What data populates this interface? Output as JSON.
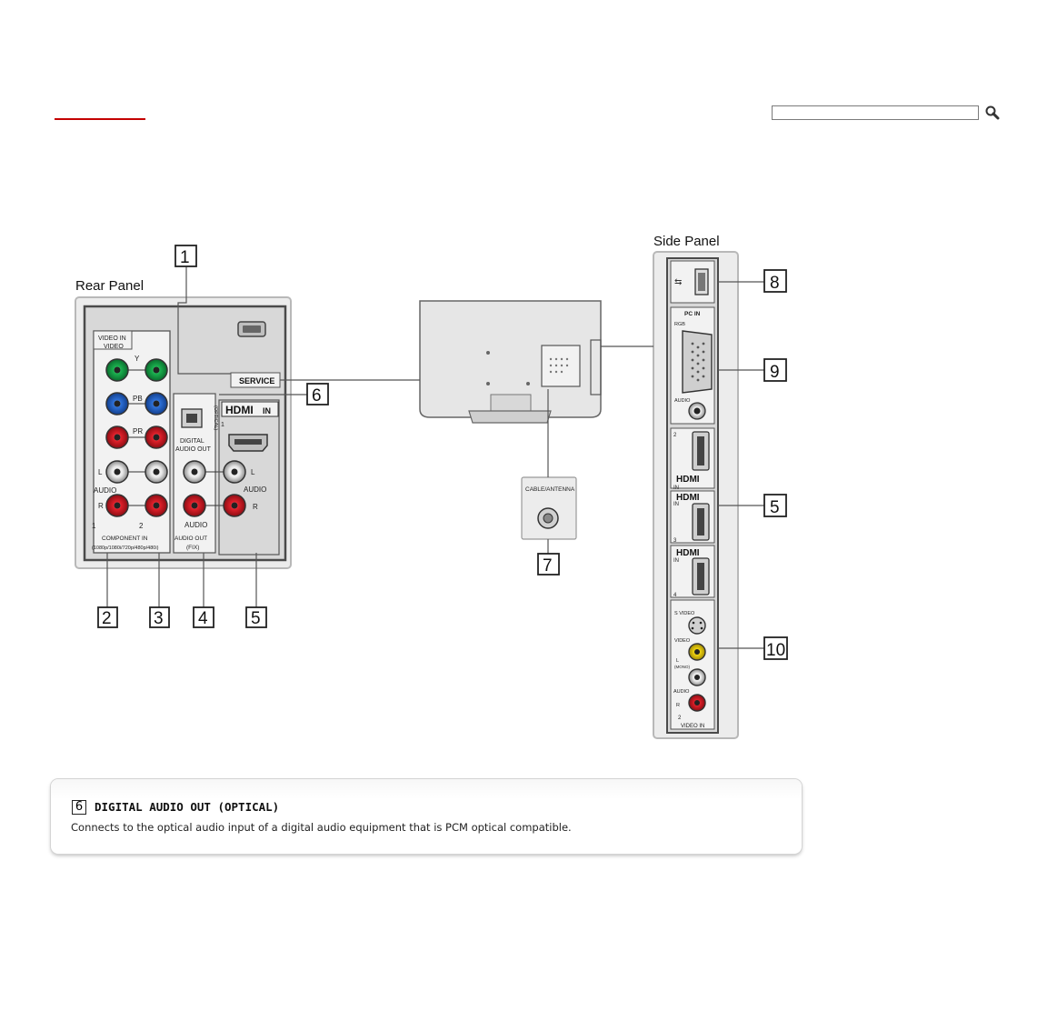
{
  "nav": {
    "link_text": ""
  },
  "search": {
    "value": "",
    "placeholder": ""
  },
  "diagram": {
    "rear_panel_title": "Rear Panel",
    "side_panel_title": "Side Panel",
    "rear": {
      "video_in": "VIDEO IN",
      "video": "VIDEO",
      "y": "Y",
      "pb": "PB",
      "pr": "PR",
      "l": "L",
      "audio": "AUDIO",
      "r": "R",
      "input1": "1",
      "input2": "2",
      "component_in": "COMPONENT IN",
      "component_formats": "(1080p/1080i/720p/480p/480i)",
      "service": "SERVICE",
      "optical": "(OPTICAL)",
      "digital_audio_out": "DIGITAL",
      "digital_audio_out2": "AUDIO OUT",
      "audio_out": "AUDIO OUT",
      "fix": "(FIX)",
      "hdmi": "HDMI",
      "hdmi_in": "IN",
      "hdmi_num": "1"
    },
    "cable_antenna": "CABLE/ANTENNA",
    "side": {
      "pc_in": "PC IN",
      "rgb": "RGB",
      "audio": "AUDIO",
      "hdmi": "HDMI",
      "in": "IN",
      "hdmi2": "2",
      "hdmi3": "3",
      "hdmi4": "4",
      "s_video": "S VIDEO",
      "video": "VIDEO",
      "l": "L",
      "mono": "(MONO)",
      "audio2": "AUDIO",
      "r": "R",
      "video_in_num": "2",
      "video_in": "VIDEO IN"
    },
    "callouts": {
      "c1": "1",
      "c2": "2",
      "c3": "3",
      "c4": "4",
      "c5a": "5",
      "c6": "6",
      "c7": "7",
      "c8": "8",
      "c9": "9",
      "c5b": "5",
      "c10": "10"
    }
  },
  "description": {
    "number": "6",
    "title": "DIGITAL AUDIO OUT (OPTICAL)",
    "text": "Connects to the optical audio input of a digital audio equipment that is PCM optical compatible."
  }
}
